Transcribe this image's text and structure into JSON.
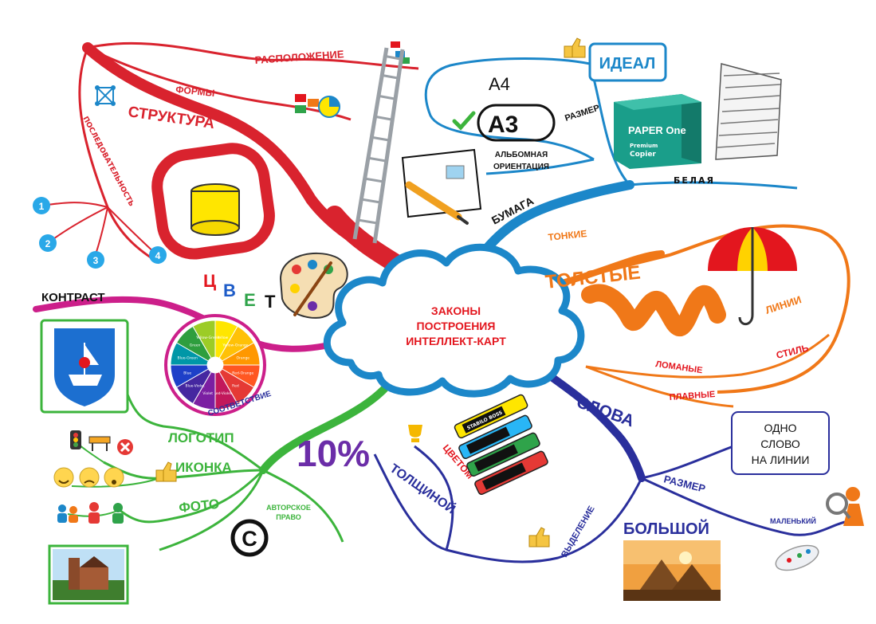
{
  "center": {
    "line1": "ЗАКОНЫ",
    "line2": "ПОСТРОЕНИЯ",
    "line3": "ИНТЕЛЛЕКТ-КАРТ"
  },
  "structure": {
    "title": "СТРУКТУРА",
    "placement": "РАСПОЛОЖЕНИЕ",
    "forms": "ФОРМЫ",
    "sequence": "ПОСЛЕДОВАТЕЛЬНОСТЬ",
    "steps": [
      "1",
      "2",
      "3",
      "4"
    ]
  },
  "paper": {
    "title": "БУМАГА",
    "size_label": "РАЗМЕР",
    "a4": "А4",
    "a3": "А3",
    "orientation_1": "АЛЬБОМНАЯ",
    "orientation_2": "ОРИЕНТАЦИЯ",
    "white": "БЕЛАЯ",
    "ideal": "ИДЕАЛ",
    "pack_brand": "PAPER One",
    "pack_sub_1": "Premium",
    "pack_sub_2": "Copier"
  },
  "lines": {
    "title": "ЛИНИИ",
    "thin": "ТОНКИЕ",
    "thick": "ТОЛСТЫЕ",
    "style": "СТИЛЬ",
    "broken": "ЛОМАНЫЕ",
    "smooth": "ПЛАВНЫЕ"
  },
  "words": {
    "title": "СЛОВА",
    "one_word_1": "ОДНО",
    "one_word_2": "СЛОВО",
    "one_word_3": "НА ЛИНИИ",
    "size": "РАЗМЕР",
    "big": "БОЛЬШОЙ",
    "small": "МАЛЕНЬКИЙ",
    "highlight": "ВЫДЕЛЕНИЕ",
    "thickness": "ТОЛЩИНОЙ",
    "by_color": "ЦВЕТОМ",
    "percent": "10%",
    "marker_brand": "STABILO BOSS"
  },
  "images": {
    "logo": "ЛОГОТИП",
    "icon": "ИКОНКА",
    "photo": "ФОТО",
    "copyright_1": "АВТОРСКОЕ",
    "copyright_2": "ПРАВО",
    "copyright_symbol": "C"
  },
  "color": {
    "letters": [
      "Ц",
      "В",
      "Е",
      "Т"
    ],
    "letter_colors": [
      "#e3161e",
      "#1e5cc8",
      "#2fa34a",
      "#111111"
    ],
    "contrast": "КОНТРАСТ",
    "correspondence": "СООТВЕТСТВИЕ",
    "wheel": [
      {
        "label": "Yellow",
        "color": "#ffe600"
      },
      {
        "label": "Yellow-Orange",
        "color": "#ffc107"
      },
      {
        "label": "Orange",
        "color": "#ff9800"
      },
      {
        "label": "Red-Orange",
        "color": "#ff5722"
      },
      {
        "label": "Red",
        "color": "#e53935"
      },
      {
        "label": "Red-Violet",
        "color": "#c2185b"
      },
      {
        "label": "Violet",
        "color": "#7b1fa2"
      },
      {
        "label": "Blue-Violet",
        "color": "#4527a0"
      },
      {
        "label": "Blue",
        "color": "#1e40c8"
      },
      {
        "label": "Blue-Green",
        "color": "#0097a7"
      },
      {
        "label": "Green",
        "color": "#2e9e3e"
      },
      {
        "label": "Yellow-Green",
        "color": "#9ccc26"
      }
    ]
  },
  "palette": {
    "red": "#d9232e",
    "blue": "#1c87c9",
    "orange": "#f07818",
    "navy": "#2a2f9c",
    "green": "#3cb43c",
    "magenta": "#cc1f8a",
    "purple": "#6b2da8"
  }
}
